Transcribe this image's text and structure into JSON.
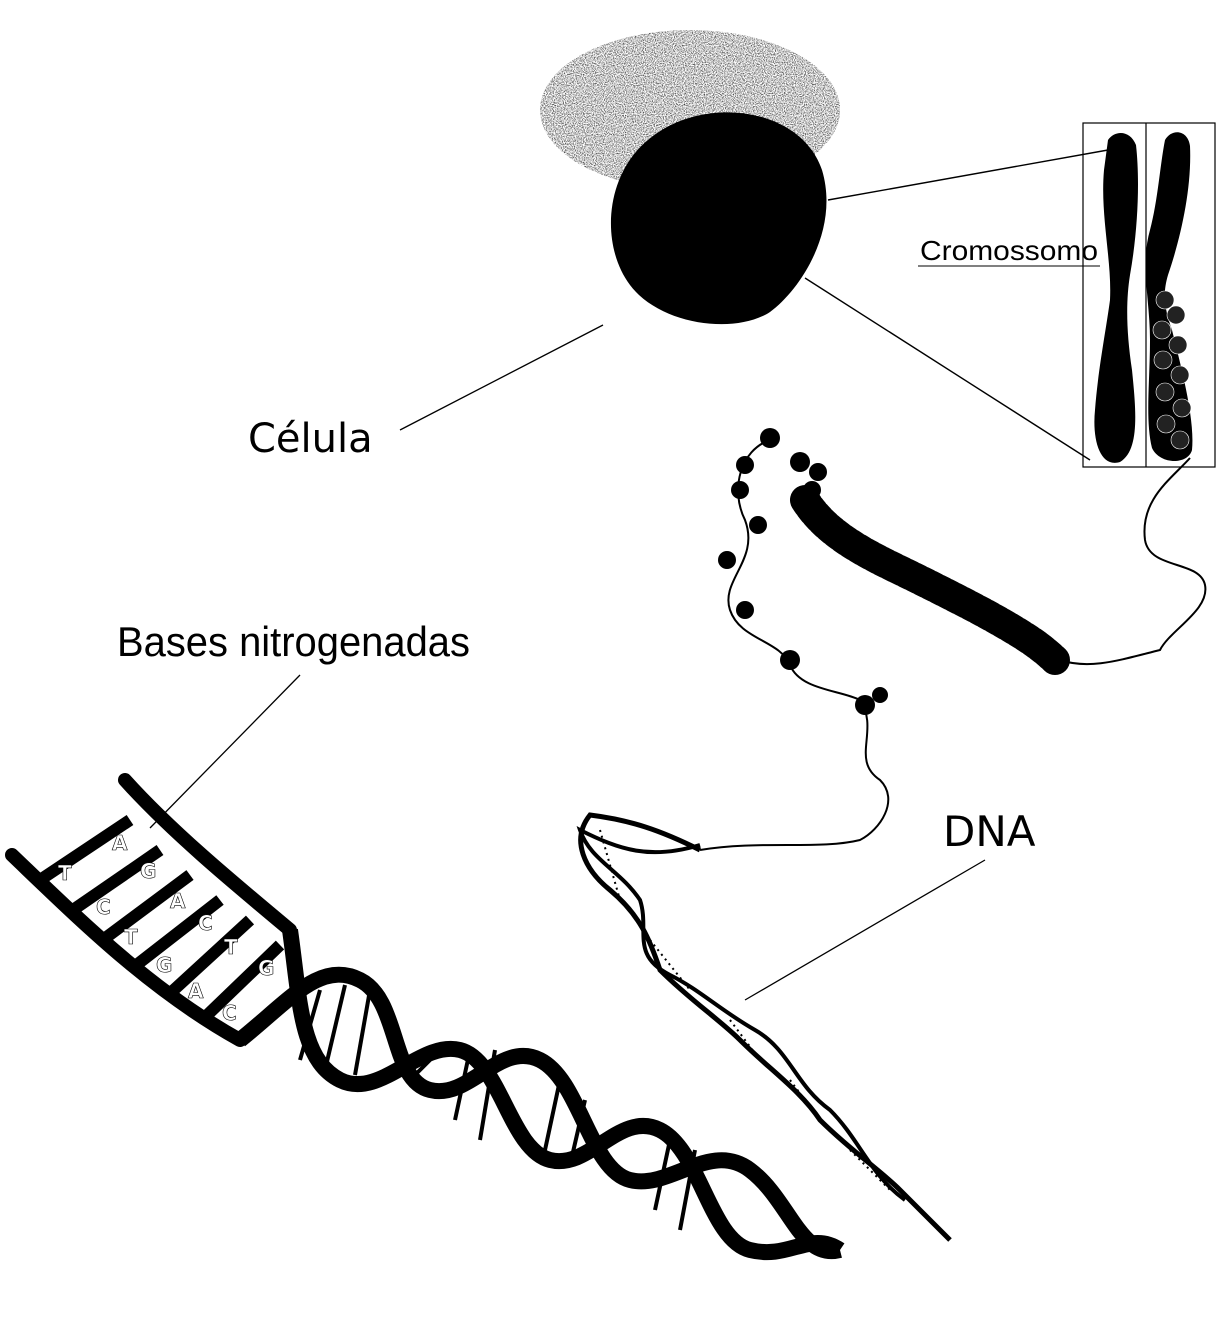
{
  "labels": {
    "cell": "Célula",
    "chromosome": "Cromossomo",
    "bases": "Bases nitrogenadas",
    "dna": "DNA"
  },
  "bases": [
    "T",
    "A",
    "C",
    "G",
    "T",
    "A",
    "G",
    "C",
    "A",
    "T",
    "C",
    "G"
  ],
  "colors": {
    "ink": "#000000",
    "paper": "#ffffff"
  }
}
